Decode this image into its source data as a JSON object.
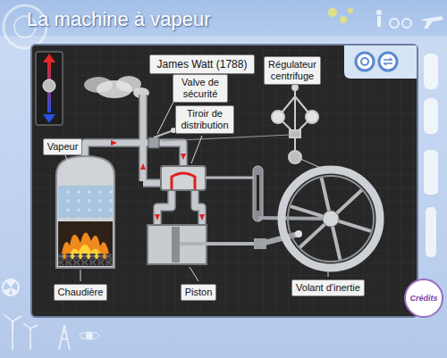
{
  "diagram": {
    "title": "La machine à vapeur",
    "nodes": [
      {
        "text": [
          "James Watt (1788)"
        ]
      },
      {
        "text": [
          "Régulateur centrifuge"
        ]
      },
      {
        "text": [
          "Valve de sécurité"
        ]
      },
      {
        "text": [
          "Tiroir de distribution"
        ]
      },
      {
        "text": [
          "Vapeur"
        ]
      },
      {
        "text": [
          "Chaudière"
        ]
      },
      {
        "text": [
          "Piston"
        ]
      },
      {
        "text": [
          "Volant d'inertie"
        ]
      },
      {
        "text": [
          "Crédits"
        ]
      }
    ]
  }
}
